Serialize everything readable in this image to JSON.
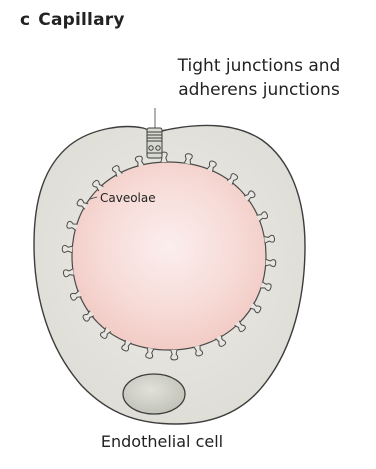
{
  "panel": {
    "letter": "c",
    "title": "Capillary"
  },
  "labels": {
    "junctions_line1": "Tight junctions and",
    "junctions_line2": "adherens junctions",
    "caveolae": "Caveolae",
    "endothelial_cell": "Endothelial cell"
  },
  "colors": {
    "cell_cytoplasm": "#e6e5e0",
    "cell_outline": "#3d3d3d",
    "lumen": "#f6d8d3",
    "nucleus": "#cfd0c6"
  }
}
